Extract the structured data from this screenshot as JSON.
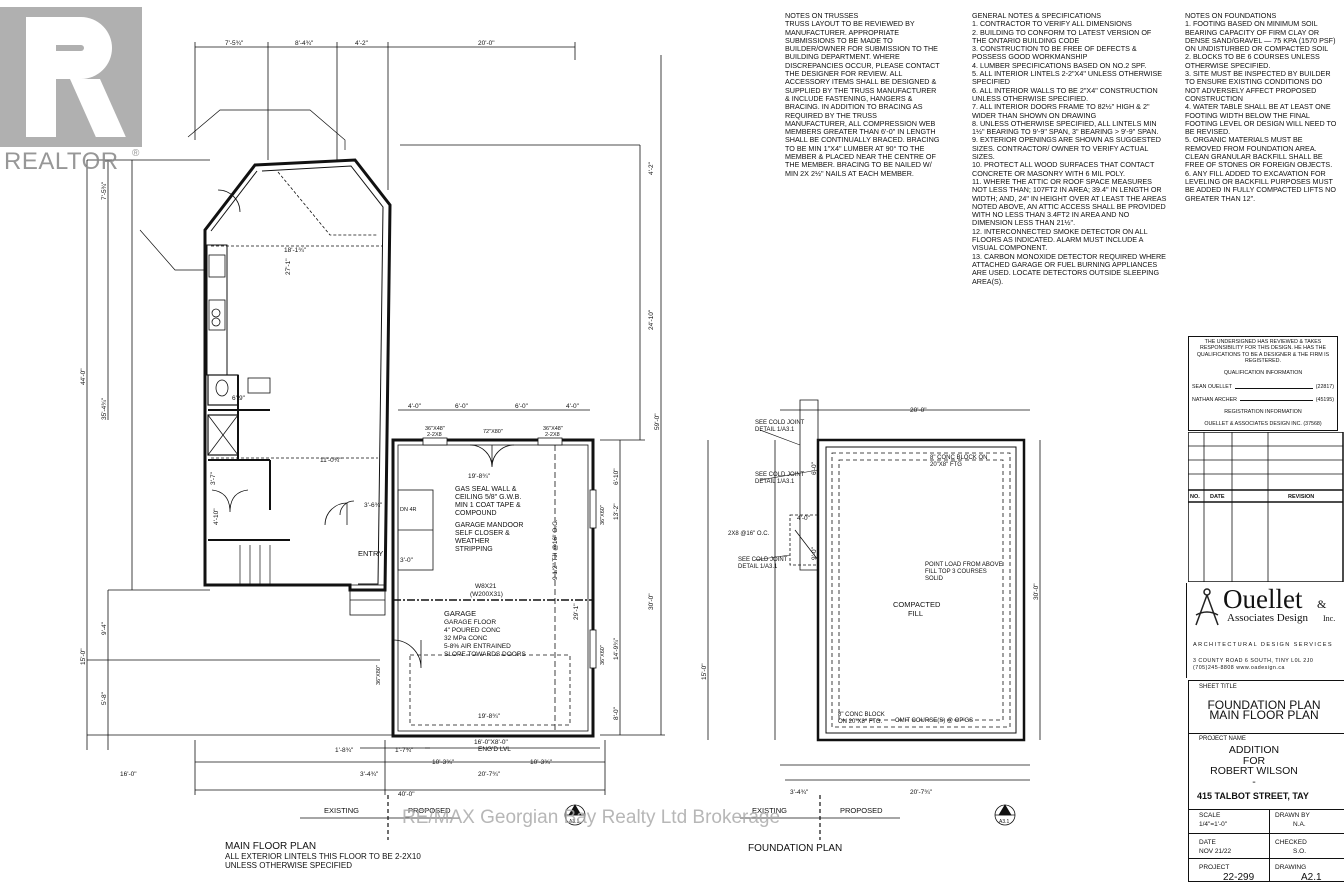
{
  "watermark": {
    "logo_text": "REALTOR",
    "brokerage": "RE/MAX Georgian Bay Realty Ltd Brokerage"
  },
  "plans": {
    "main_title": "MAIN FLOOR PLAN",
    "main_subtitle_1": "ALL EXTERIOR LINTELS THIS FLOOR TO BE 2-2X10",
    "main_subtitle_2": "UNLESS OTHERWISE SPECIFIED",
    "foundation_title": "FOUNDATION PLAN",
    "existing": "EXISTING",
    "proposed": "PROPOSED",
    "section_ref": "A3.1"
  },
  "main_floor": {
    "dims": {
      "top_1": "7'-5¾\"",
      "top_2": "8'-4¾\"",
      "top_3": "4'-2\"",
      "top_4": "20'-0\"",
      "left_overall": "44'-0\"",
      "left_a": "7'-5¾\"",
      "left_b": "35'-4¾\"",
      "left_c": "9'-4\"",
      "left_d": "15'-0\"",
      "left_e": "5'-8\"",
      "right_overall": "59'-0\"",
      "right_a": "24'-10\"",
      "right_b": "4'-2\"",
      "right_c": "30'-0\"",
      "gar_r1": "13'-2\"",
      "gar_r2": "14'-9¾\"",
      "gar_r3": "8'-0\"",
      "gar_r4": "6'-10\"",
      "win_1": "4'-0\"",
      "win_2": "6'-0\"",
      "win_3": "6'-0\"",
      "win_4": "4'-0\"",
      "bot_1": "16'-0\"",
      "bot_2": "3'-4¾\"",
      "bot_3": "20'-7¾\"",
      "bot_overall": "40'-0\"",
      "bot_4": "1'-8¾\"",
      "bot_5": "1'-7¾\"",
      "bot_6": "10'-3¾\"",
      "bot_7": "10'-3¾\"",
      "room_1": "18'-1¾\"",
      "room_2": "27'-1\"",
      "room_3": "11'-0¾\"",
      "room_4": "6'-9\"",
      "room_5": "3'-7\"",
      "room_6": "4'-10\"",
      "room_7": "3'-6¾\"",
      "room_8": "3'-0\"",
      "gar_w": "19'-8¾\"",
      "gar_d": "29'-1\"",
      "gar_in": "19'-8¾\"",
      "gar_joist": "9 1/2\" TJI @16\" O.C."
    },
    "windows": {
      "w1": "36\"X48\"",
      "w1b": "2-2X8",
      "w2": "72\"X80\"",
      "w3": "36\"X48\"",
      "w3b": "2-2X8",
      "w4": "36\"X60\"",
      "w5": "36\"X60\"",
      "w6": "36\"X80\"",
      "door": "DN 4R"
    },
    "labels": {
      "gas_seal": "GAS SEAL WALL & CEILING 5/8\" G.W.B. MIN 1 COAT TAPE & COMPOUND",
      "garage_mandoor": "GARAGE MANDOOR SELF CLOSER & WEATHER STRIPPING",
      "entry": "ENTRY",
      "beam": "W8X21 (W200X31)",
      "garage": "GARAGE",
      "garage_floor_1": "GARAGE FLOOR",
      "garage_floor_2": "4\" POURED CONC",
      "garage_floor_3": "32 MPa CONC",
      "garage_floor_4": "5-8% AIR ENTRAINED",
      "garage_floor_5": "SLOPE TOWARDS DOORS",
      "opening": "16'-0\"X8'-0\"",
      "opening_b": "ENG'D LVL"
    }
  },
  "foundation": {
    "dims": {
      "top": "20'-0\"",
      "bottom": "20'-7¾\"",
      "bot_left": "3'-4¾\"",
      "right": "30'-0\"",
      "left_a": "6'-0\"",
      "left_b": "9'-0\"",
      "left_c": "4'-0\"",
      "left_d": "15'-0\""
    },
    "labels": {
      "cold_joint_1": "SEE COLD JOINT DETAIL 1/A3.1",
      "cold_joint_2": "SEE COLD JOINT DETAIL 1/A3.1",
      "cold_joint_3": "SEE COLD JOINT DETAIL 1/A3.1",
      "joists": "2X8 @16\" O.C.",
      "conc_block_top": "8\" CONC BLOCK ON 20\"X8\" FTG",
      "point_load": "POINT LOAD FROM ABOVE FILL TOP 3 COURSES SOLID",
      "fill": "COMPACTED FILL",
      "conc_block_bot": "8\" CONC BLOCK ON 20\"X8\" FTG.",
      "omit": "OMIT COURSE(S) @ OP'GS"
    }
  },
  "notes_trusses": {
    "heading": "NOTES ON TRUSSES",
    "body": "TRUSS LAYOUT TO BE REVIEWED BY MANUFACTURER. APPROPRIATE SUBMISSIONS TO BE MADE TO BUILDER/OWNER FOR SUBMISSION TO THE BUILDING DEPARTMENT. WHERE DISCREPANCIES OCCUR, PLEASE CONTACT THE DESIGNER FOR REVIEW. ALL ACCESSORY ITEMS SHALL BE DESIGNED & SUPPLIED BY THE TRUSS MANUFACTURER & INCLUDE FASTENING, HANGERS & BRACING. IN ADDITION TO BRACING AS REQUIRED BY THE TRUSS MANUFACTURER, ALL COMPRESSION WEB MEMBERS GREATER THAN 6'-0\" IN LENGTH SHALL BE CONTINUALLY BRACED. BRACING TO BE MIN 1\"X4\" LUMBER AT 90° TO THE MEMBER & PLACED NEAR THE CENTRE OF THE MEMBER. BRACING TO BE NAILED W/ MIN 2x 2½\" NAILS AT EACH MEMBER."
  },
  "general_notes": {
    "heading": "GENERAL NOTES & SPECIFICATIONS",
    "items": [
      "1. CONTRACTOR TO VERIFY ALL DIMENSIONS",
      "2. BUILDING TO CONFORM TO LATEST VERSION OF THE ONTARIO BUILDING CODE",
      "3. CONSTRUCTION TO BE FREE OF DEFECTS & POSSESS GOOD WORKMANSHIP",
      "4. LUMBER SPECIFICATIONS BASED ON NO.2 SPF.",
      "5. ALL INTERIOR LINTELS 2-2\"X4\" UNLESS OTHERWISE SPECIFIED",
      "6. ALL INTERIOR WALLS TO BE 2\"X4\" CONSTRUCTION UNLESS OTHERWISE SPECIFIED.",
      "7. ALL INTERIOR DOORS FRAME TO 82½\" HIGH & 2\" WIDER THAN SHOWN ON DRAWING",
      "8. UNLESS OTHERWISE SPECIFIED, ALL LINTELS MIN 1½\" BEARING TO 9'-9\" SPAN, 3\" BEARING > 9'-9\" SPAN.",
      "9. EXTERIOR OPENINGS ARE SHOWN AS SUGGESTED SIZES. CONTRACTOR/ OWNER TO VERIFY ACTUAL SIZES.",
      "10. PROTECT ALL WOOD SURFACES THAT CONTACT CONCRETE OR MASONRY WITH 6 MIL POLY.",
      "11. WHERE THE ATTIC OR ROOF SPACE MEASURES NOT LESS THAN; 107FT2 IN AREA; 39.4\" IN LENGTH OR WIDTH; AND, 24\" IN HEIGHT OVER AT LEAST THE AREAS NOTED ABOVE, AN ATTIC ACCESS SHALL BE PROVIDED WITH NO LESS THAN 3.4FT2 IN AREA AND NO DIMENSION LESS THAN 21½\".",
      "12. INTERCONNECTED SMOKE DETECTOR ON ALL FLOORS AS INDICATED. ALARM MUST INCLUDE A VISUAL COMPONENT.",
      "13. CARBON MONOXIDE DETECTOR REQUIRED WHERE ATTACHED GARAGE OR FUEL BURNING APPLIANCES ARE USED. LOCATE DETECTORS OUTSIDE SLEEPING AREA(S)."
    ]
  },
  "foundation_notes": {
    "heading": "NOTES ON FOUNDATIONS",
    "items": [
      "1. FOOTING BASED ON MINIMUM SOIL BEARING CAPACITY OF FIRM CLAY OR DENSE SAND/GRAVEL — 75 KPA (1570 PSF) ON UNDISTURBED OR COMPACTED SOIL",
      "2. BLOCKS TO BE 6 COURSES UNLESS OTHERWISE SPECIFIED.",
      "3. SITE MUST BE INSPECTED BY BUILDER TO ENSURE EXISTING CONDITIONS DO NOT ADVERSELY AFFECT PROPOSED CONSTRUCTION",
      "4. WATER TABLE SHALL BE AT LEAST ONE FOOTING WIDTH BELOW THE FINAL FOOTING LEVEL OR DESIGN WILL NEED TO BE REVISED.",
      "5. ORGANIC MATERIALS MUST BE REMOVED FROM FOUNDATION AREA. CLEAN GRANULAR BACKFILL SHALL BE FREE OF STONES OR FOREIGN OBJECTS.",
      "6. ANY FILL ADDED TO EXCAVATION FOR LEVELING OR BACKFILL PURPOSES MUST BE ADDED IN FULLY COMPACTED LIFTS NO GREATER THAN 12\"."
    ]
  },
  "qualification": {
    "statement": "THE UNDERSIGNED HAS REVIEWED & TAKES RESPONSIBILITY FOR THIS DESIGN. HE HAS THE QUALIFICATIONS TO BE A DESIGNER & THE FIRM IS REGISTERED.",
    "qual_heading": "QUALIFICATION INFORMATION",
    "person_1": "SEAN OUELLET",
    "person_1_id": "(22817)",
    "person_2": "NATHAN ARCHER",
    "person_2_id": "(45195)",
    "reg_heading": "REGISTRATION INFORMATION",
    "firm": "OUELLET & ASSOCIATES DESIGN INC. (37568)"
  },
  "revisions": {
    "col_no": "NO.",
    "col_date": "DATE",
    "col_revision": "REVISION"
  },
  "company": {
    "name_1": "Ouellet",
    "amp": "&",
    "name_2": "Associates Design",
    "inc": "Inc.",
    "services": "ARCHITECTURAL DESIGN SERVICES",
    "address": "3 COUNTY ROAD 6 SOUTH, TINY L0L 2J0",
    "contact": "(705)245-8808   www.oadesign.ca"
  },
  "title_block": {
    "sheet_title_label": "SHEET TITLE",
    "sheet_title_1": "FOUNDATION PLAN",
    "sheet_title_2": "MAIN FLOOR PLAN",
    "project_name_label": "PROJECT NAME",
    "project_1": "ADDITION",
    "project_2": "FOR",
    "project_3": "ROBERT WILSON",
    "project_4": "-",
    "address": "415 TALBOT STREET, TAY",
    "scale_label": "SCALE",
    "scale": "1/4\"=1'-0\"",
    "drawn_label": "DRAWN BY",
    "drawn": "N.A.",
    "date_label": "DATE",
    "date": "NOV 21/22",
    "checked_label": "CHECKED",
    "checked": "S.O.",
    "project_label": "PROJECT",
    "project_no": "22-299",
    "drawing_label": "DRAWING",
    "drawing": "A2.1"
  }
}
